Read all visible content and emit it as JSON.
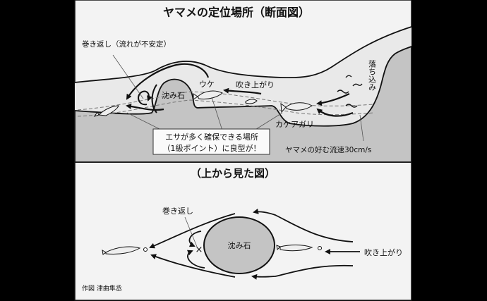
{
  "cross_section": {
    "title": "ヤマメの定位場所（断面図）",
    "labels": {
      "eddy": "巻き返し（流れが不安定）",
      "sunken_rock": "沈み石",
      "uke": "ウケ",
      "upwelling": "吹き上がり",
      "plunge": "落ち込み",
      "slope": "カケアガリ",
      "speed": "ヤマメの好む流速30cm/s"
    },
    "callout": {
      "line1": "エサが多く確保できる場所",
      "line2": "（1級ポイント）に良型が！"
    }
  },
  "top_view": {
    "title": "（上から見た図）",
    "labels": {
      "eddy": "巻き返し",
      "sunken_rock": "沈み石",
      "upwelling": "吹き上がり"
    }
  },
  "credit": "作図 津曲隼丞",
  "colors": {
    "panel": "#f3f3f3",
    "water": "#e9e9e9",
    "bed": "#c4c4c4",
    "line": "#111111"
  }
}
